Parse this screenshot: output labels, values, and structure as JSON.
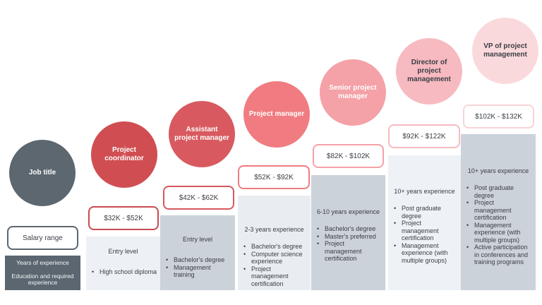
{
  "legend": {
    "circle_label": "Job title",
    "circle_color": "#5d6770",
    "circle_text_color": "#ffffff",
    "salary_label": "Salary range",
    "salary_border": "#5b6670",
    "info_box_color": "#5b6670",
    "info_lines": [
      "Years of experience",
      "Education and required experience"
    ]
  },
  "columns": [
    {
      "title": "Project\ncoordinator",
      "circle_color": "#d04e52",
      "title_color": "#ffffff",
      "salary": "$32K - $52K",
      "salary_border": "#c94b51",
      "block_color": "#edf1f5",
      "experience": "Entry level",
      "requirements": [
        "High school diploma"
      ]
    },
    {
      "title": "Assistant\nproject manager",
      "circle_color": "#d85a60",
      "title_color": "#ffffff",
      "salary": "$42K - $62K",
      "salary_border": "#d6585e",
      "block_color": "#ccd2d9",
      "experience": "Entry level",
      "requirements": [
        "Bachelor's degree",
        "Management training"
      ]
    },
    {
      "title": "Project manager",
      "circle_color": "#f07c81",
      "title_color": "#ffffff",
      "salary": "$52K - $92K",
      "salary_border": "#f07c81",
      "block_color": "#e9edf2",
      "experience": "2-3 years experience",
      "requirements": [
        "Bachelor's degree",
        "Computer science experience",
        "Project management certification"
      ]
    },
    {
      "title": "Senior project\nmanager",
      "circle_color": "#f4a1a7",
      "title_color": "#ffffff",
      "salary": "$82K - $102K",
      "salary_border": "#f4a1a7",
      "block_color": "#ccd2d9",
      "experience": "6-10 years experience",
      "requirements": [
        "Bachelor's degree",
        "Master's preferred",
        "Project management certification"
      ]
    },
    {
      "title": "Director of\nproject\nmanagement",
      "circle_color": "#f6bac0",
      "title_color": "#3a3e45",
      "salary": "$92K - $122K",
      "salary_border": "#f6bac0",
      "block_color": "#eef1f6",
      "experience": "10+ years experience",
      "requirements": [
        "Post graduate degree",
        "Project management certification",
        "Management experience (with multiple groups)"
      ]
    },
    {
      "title": "VP of project\nmanagement",
      "circle_color": "#fad9dc",
      "title_color": "#3a3e45",
      "salary": "$102K - $132K",
      "salary_border": "#f8d3d7",
      "block_color": "#ccd2d9",
      "experience": "10+ years experience",
      "requirements": [
        "Post graduate degree",
        "Project management certification",
        "Management experience (with multiple groups)",
        "Active participation in conferences and training programs"
      ]
    }
  ]
}
